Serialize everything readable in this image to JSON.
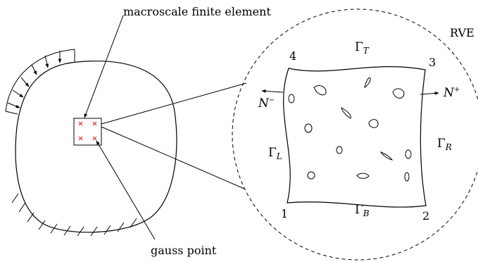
{
  "labels": {
    "macroscale_finite_element": "macroscale finite element",
    "gauss_point": "gauss point",
    "rve": "RVE"
  },
  "corners": {
    "c1": "1",
    "c2": "2",
    "c3": "3",
    "c4": "4"
  },
  "boundaries": {
    "gamma_symbol": "Γ",
    "top_sub": "T",
    "bottom_sub": "B",
    "left_sub": "L",
    "right_sub": "R"
  },
  "normals": {
    "n_symbol": "N",
    "minus": "−",
    "plus": "+"
  },
  "colors": {
    "stroke": "#000000",
    "gauss_marker": "#e0201a"
  }
}
